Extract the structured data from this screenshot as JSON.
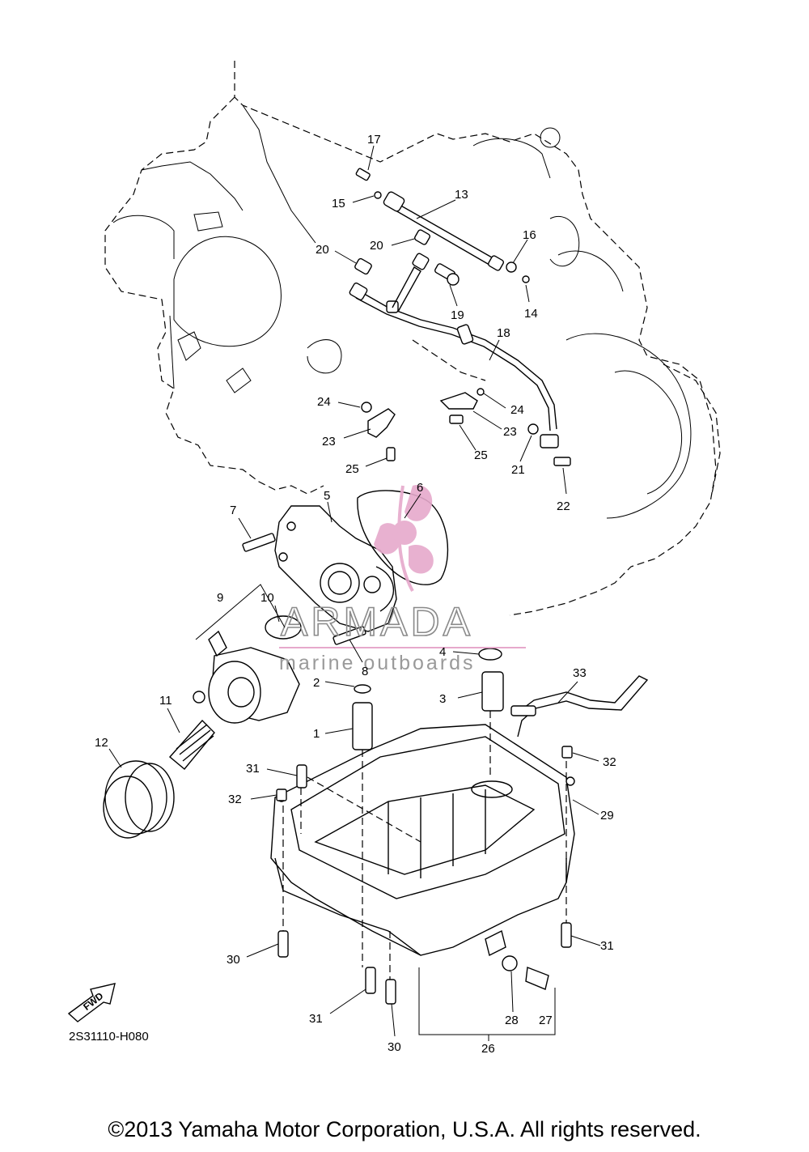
{
  "diagram_code": "2S31110-H080",
  "copyright": "©2013 Yamaha Motor Corporation, U.S.A. All rights reserved.",
  "fwd_tag": "FWD",
  "watermark": {
    "name": "ARMADA",
    "subtitle": "marine outboards",
    "accent_color": "#e6a9cc"
  },
  "callouts": {
    "c1": "1",
    "c2": "2",
    "c3": "3",
    "c4": "4",
    "c5": "5",
    "c6": "6",
    "c7": "7",
    "c8": "8",
    "c9": "9",
    "c10": "10",
    "c11": "11",
    "c12": "12",
    "c13": "13",
    "c14": "14",
    "c15": "15",
    "c16": "16",
    "c17": "17",
    "c18": "18",
    "c19": "19",
    "c20a": "20",
    "c20b": "20",
    "c21": "21",
    "c22": "22",
    "c23a": "23",
    "c23b": "23",
    "c24a": "24",
    "c24b": "24",
    "c25a": "25",
    "c25b": "25",
    "c26": "26",
    "c27": "27",
    "c28": "28",
    "c29": "29",
    "c30a": "30",
    "c30b": "30",
    "c31a": "31",
    "c31b": "31",
    "c31c": "31",
    "c32a": "32",
    "c32b": "32",
    "c33": "33"
  }
}
